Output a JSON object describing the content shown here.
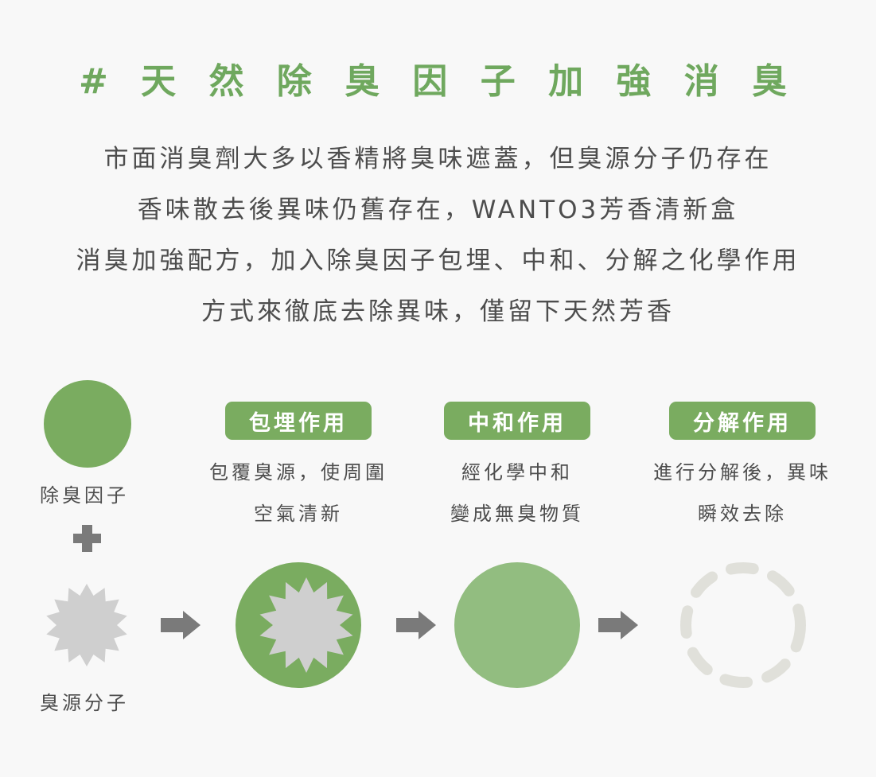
{
  "title": "# 天 然 除 臭 因 子 加 強 消 臭",
  "intro_lines": [
    "市面消臭劑大多以香精將臭味遮蓋，但臭源分子仍存在",
    "香味散去後異味仍舊存在，WANTO3芳香清新盒",
    "消臭加強配方，加入除臭因子包埋、中和、分解之化學作用",
    "方式來徹底去除異味，僅留下天然芳香"
  ],
  "left": {
    "factor_label": "除臭因子",
    "odor_label": "臭源分子"
  },
  "steps": [
    {
      "badge": "包埋作用",
      "desc": [
        "包覆臭源，使周圍",
        "空氣清新"
      ]
    },
    {
      "badge": "中和作用",
      "desc": [
        "經化學中和",
        "變成無臭物質"
      ]
    },
    {
      "badge": "分解作用",
      "desc": [
        "進行分解後，異味",
        "瞬效去除"
      ]
    }
  ],
  "colors": {
    "accent": "#7aac60",
    "accent_light": "#92bd80",
    "molecule": "#cfcfcf",
    "arrow": "#7a7a7a",
    "dashed": "#e0e0da"
  }
}
